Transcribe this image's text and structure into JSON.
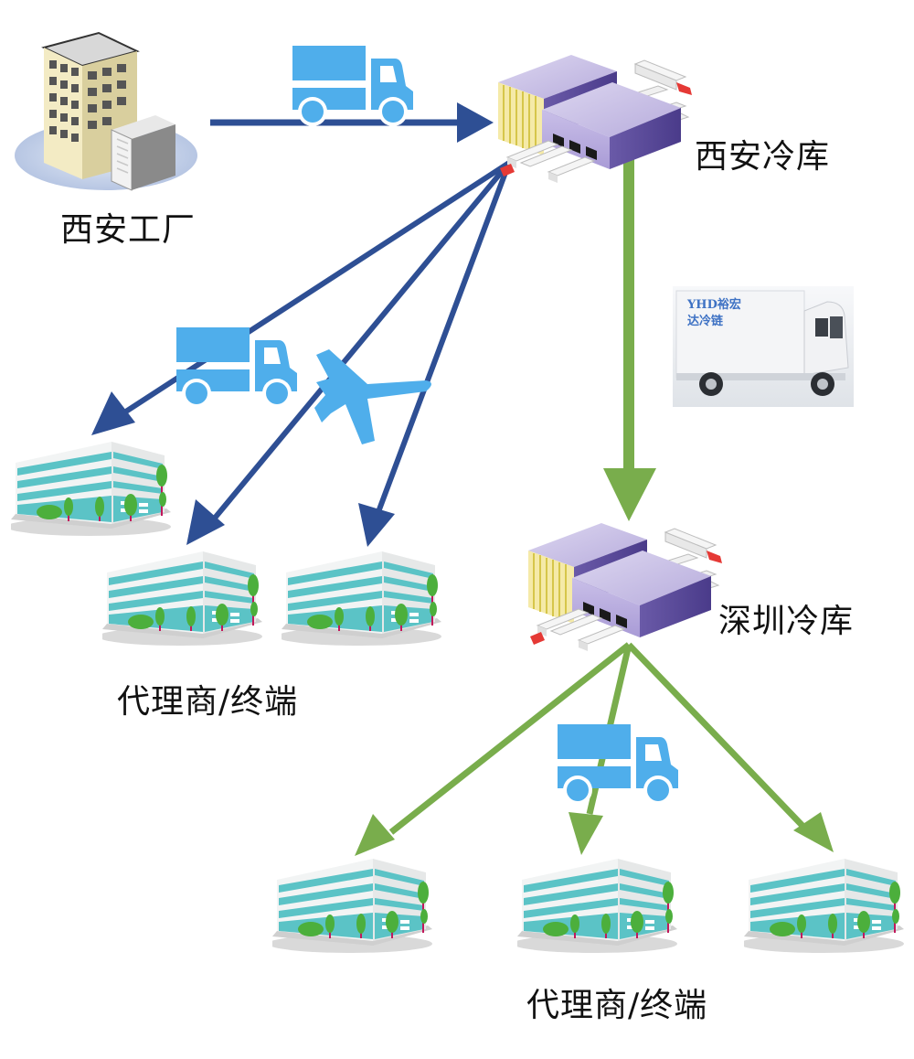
{
  "diagram": {
    "title": "Cold chain distribution network",
    "nodes": {
      "factory": {
        "label": "西安工厂",
        "icon": "factory-building-icon"
      },
      "xian_cold_storage": {
        "label": "西安冷库",
        "icon": "warehouse-icon"
      },
      "shenzhen_cold_storage": {
        "label": "深圳冷库",
        "icon": "warehouse-icon"
      },
      "xian_dealers": {
        "label": "代理商/终端",
        "count": 3,
        "icon": "office-building-icon"
      },
      "shenzhen_dealers": {
        "label": "代理商/终端",
        "count": 3,
        "icon": "office-building-icon"
      }
    },
    "truck_photo": {
      "text_line1": "YHD裕宏",
      "text_line2": "达冷链"
    },
    "edges": [
      {
        "from": "西安工厂",
        "to": "西安冷库",
        "mode": "truck",
        "color": "#2e4f94"
      },
      {
        "from": "西安冷库",
        "to": "代理商/终端 1",
        "mode": "truck",
        "color": "#2e4f94"
      },
      {
        "from": "西安冷库",
        "to": "代理商/终端 2",
        "mode": "air",
        "color": "#2e4f94"
      },
      {
        "from": "西安冷库",
        "to": "代理商/终端 3",
        "mode": "air",
        "color": "#2e4f94"
      },
      {
        "from": "西安冷库",
        "to": "深圳冷库",
        "mode": "refrigerated-truck",
        "color": "#79ad4c"
      },
      {
        "from": "深圳冷库",
        "to": "代理商/终端 4",
        "mode": "truck",
        "color": "#79ad4c"
      },
      {
        "from": "深圳冷库",
        "to": "代理商/终端 5",
        "mode": "truck",
        "color": "#79ad4c"
      },
      {
        "from": "深圳冷库",
        "to": "代理商/终端 6",
        "mode": "truck",
        "color": "#79ad4c"
      }
    ],
    "colors": {
      "blue_arrow": "#2e4f94",
      "green_arrow": "#79ad4c",
      "transport_icon": "#4faeeb",
      "warehouse": "#8a7dc4",
      "building_glass": "#5bc3c6"
    }
  }
}
